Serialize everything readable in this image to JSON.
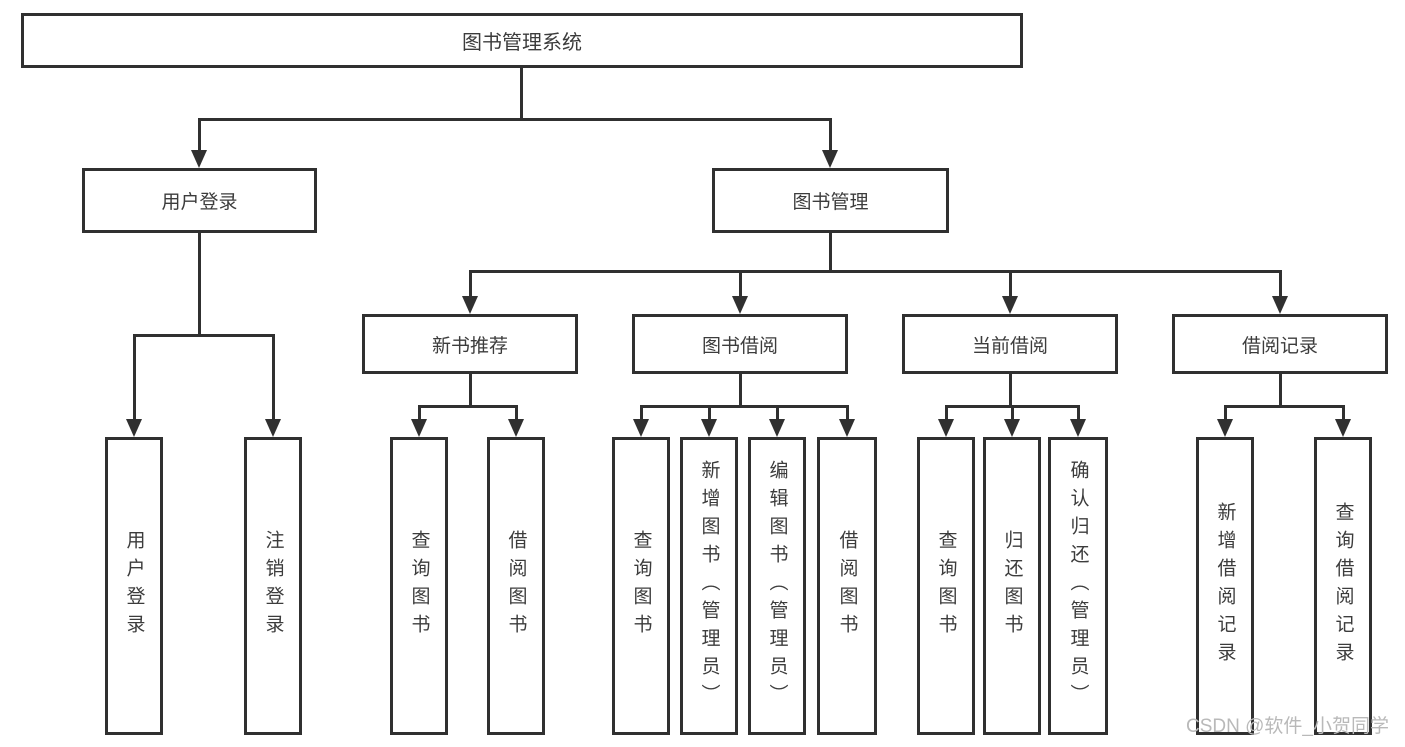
{
  "root": {
    "label": "图书管理系统"
  },
  "branches": {
    "user": {
      "label": "用户登录",
      "children": [
        "用户登录",
        "注销登录"
      ]
    },
    "mgmt": {
      "label": "图书管理",
      "groups": [
        {
          "label": "新书推荐",
          "children": [
            "查询图书",
            "借阅图书"
          ]
        },
        {
          "label": "图书借阅",
          "children": [
            "查询图书",
            "新增图书（管理员）",
            "编辑图书（管理员）",
            "借阅图书"
          ]
        },
        {
          "label": "当前借阅",
          "children": [
            "查询图书",
            "归还图书",
            "确认归还（管理员）"
          ]
        },
        {
          "label": "借阅记录",
          "children": [
            "新增借阅记录",
            "查询借阅记录"
          ]
        }
      ]
    }
  },
  "watermark": "CSDN @软件_小贺同学",
  "colors": {
    "line": "#303030",
    "text": "#3c3c3c",
    "watermark": "#b9b9b9"
  }
}
